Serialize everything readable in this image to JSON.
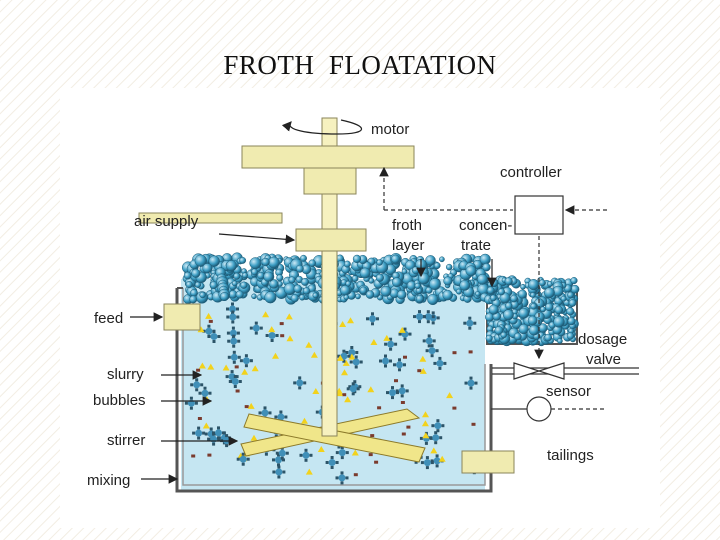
{
  "slide": {
    "title": "FROTH  FLOATATION"
  },
  "diagram": {
    "labels": {
      "motor": "motor",
      "controller": "controller",
      "air_supply": "air supply",
      "froth_line1": "froth",
      "froth_line2": "layer",
      "concentrate_line1": "concen-",
      "concentrate_line2": "trate",
      "feed": "feed",
      "slurry": "slurry",
      "bubbles": "bubbles",
      "stirrer": "stirrer",
      "mixing": "mixing",
      "dosage_line1": "dosage",
      "dosage_line2": "valve",
      "sensor": "sensor",
      "tailings": "tailings"
    },
    "colors": {
      "slurry": "#c5e6f2",
      "bubble": "#3d9ec4",
      "particle_blue": "#3f8fb8",
      "particle_yellow": "#f2d21c",
      "particle_brown": "#7a3b2e",
      "stirrer_blade": "#f0e68a",
      "shaft": "#f6f1bf"
    }
  }
}
